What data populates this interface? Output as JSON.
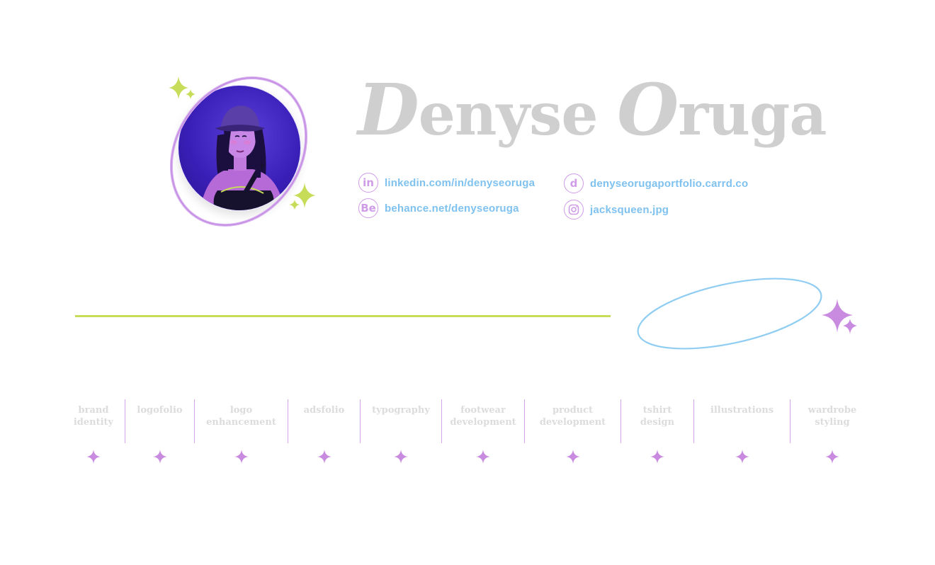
{
  "profile": {
    "name_first_initial": "D",
    "name_first_rest": "enyse",
    "name_last_initial": "O",
    "name_last_rest": "ruga"
  },
  "links": [
    {
      "icon": "linkedin-icon",
      "icon_text": "in",
      "label": "linkedin.com/in/denyseoruga"
    },
    {
      "icon": "behance-icon",
      "icon_text": "Be",
      "label": "behance.net/denyseoruga"
    },
    {
      "icon": "carrd-icon",
      "icon_text": "d",
      "label": "denyseorugaportfolio.carrd.co"
    },
    {
      "icon": "instagram-icon",
      "icon_text": "",
      "label": "jacksqueen.jpg"
    }
  ],
  "categories": [
    "brand\nidentity",
    "logofolio",
    "logo\nenhancement",
    "adsfolio",
    "typography",
    "footwear\ndevelopment",
    "product\ndevelopment",
    "tshirt\ndesign",
    "illustrations",
    "wardrobe\nstyling"
  ],
  "colors": {
    "accent_purple": "#cf9ce8",
    "accent_lime": "#c7dc58",
    "accent_blue": "#7fc2ef",
    "name_gray": "#cfcfcf"
  }
}
